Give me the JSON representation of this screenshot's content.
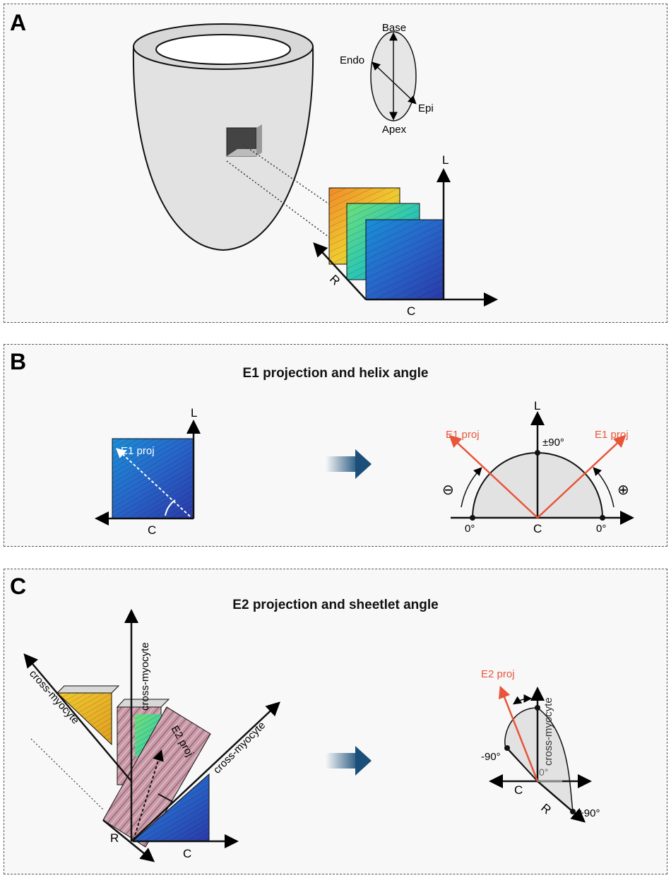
{
  "panels": {
    "a": {
      "letter": "A",
      "orientation_labels": {
        "base": "Base",
        "apex": "Apex",
        "endo": "Endo",
        "epi": "Epi"
      },
      "axes": {
        "l": "L",
        "r": "R",
        "c": "C"
      }
    },
    "b": {
      "letter": "B",
      "title": "E1 projection and helix angle",
      "square_label": "E1 proj",
      "axes": {
        "l": "L",
        "c": "C"
      },
      "semicircle": {
        "e1_left": "E1 proj",
        "e1_right": "E1 proj",
        "top_angle": "±90°",
        "left_angle": "0°",
        "right_angle": "0°",
        "center": "C",
        "minus_sign": "⊖",
        "plus_sign": "⊕"
      }
    },
    "c": {
      "letter": "C",
      "title": "E2 projection and sheetlet angle",
      "block_labels": {
        "cross_vertical": "cross-myocyte",
        "cross_left": "cross-myocyte",
        "cross_right": "cross-myocyte",
        "e2_proj": "E2 proj",
        "r": "R",
        "c": "C"
      },
      "fan": {
        "e2_proj": "E2 proj",
        "cross": "cross-myocyte",
        "minus90": "-90°",
        "plus90": "+90°",
        "zero": "0°",
        "c": "C",
        "r": "R"
      }
    }
  },
  "colors": {
    "accent_red": "#e8553a",
    "blue_square": "#2a5fc8",
    "arrow_blue": "#1b4f7a",
    "heart_fill": "#e2e2e2"
  }
}
